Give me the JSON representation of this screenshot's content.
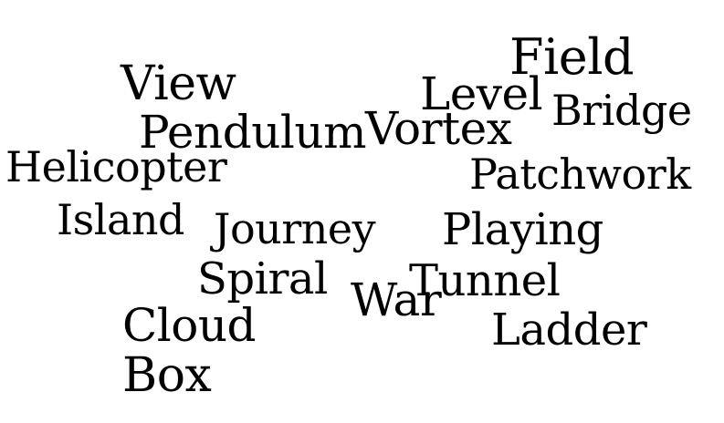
{
  "words": {
    "field": "Field",
    "view": "View",
    "level": "Level",
    "bridge": "Bridge",
    "vortex": "Vortex",
    "pendulum": "Pendulum",
    "helicopter": "Helicopter",
    "patchwork": "Patchwork",
    "island": "Island",
    "journey": "Journey",
    "playing": "Playing",
    "spiral": "Spiral",
    "tunnel": "Tunnel",
    "war": "War",
    "cloud": "Cloud",
    "ladder": "Ladder",
    "box": "Box"
  },
  "colors": {
    "text": "#000000",
    "background": "#ffffff"
  }
}
